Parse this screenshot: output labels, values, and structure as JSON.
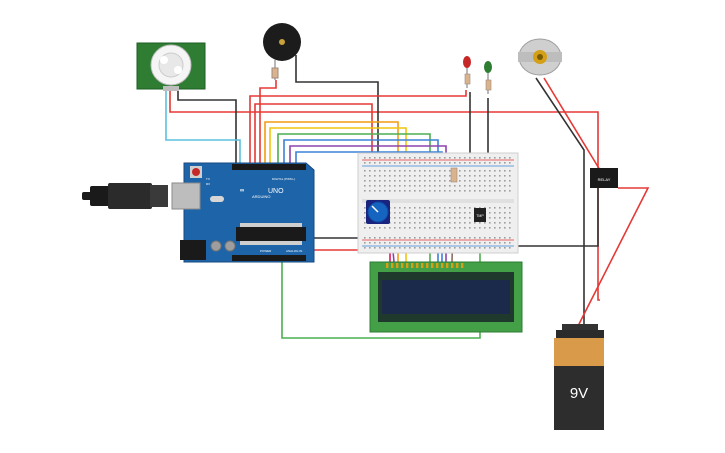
{
  "arduino": {
    "brand": "ARDUINO",
    "model": "UNO",
    "digital_label": "DIGITAL (PWM~)",
    "power_label": "POWER",
    "analog_label": "ANALOG IN",
    "tx_label": "TX",
    "rx_label": "RX"
  },
  "battery": {
    "label": "9V"
  },
  "sensor_chip": {
    "label": "TMP"
  },
  "relay": {
    "label": "RELAY"
  },
  "colors": {
    "board": "#1e64a8",
    "breadboard": "#eeeeee",
    "lcd_pcb": "#4caf50",
    "lcd_screen": "#1b2a4a",
    "wire_red": "#e53935",
    "wire_black": "#333333",
    "wire_orange": "#f39c12",
    "wire_yellow": "#f1c40f",
    "wire_green": "#4caf50",
    "wire_blue": "#3b82d8",
    "wire_purple": "#8e44ad",
    "wire_cyan": "#5bc0de",
    "wire_pink": "#d81b60"
  }
}
